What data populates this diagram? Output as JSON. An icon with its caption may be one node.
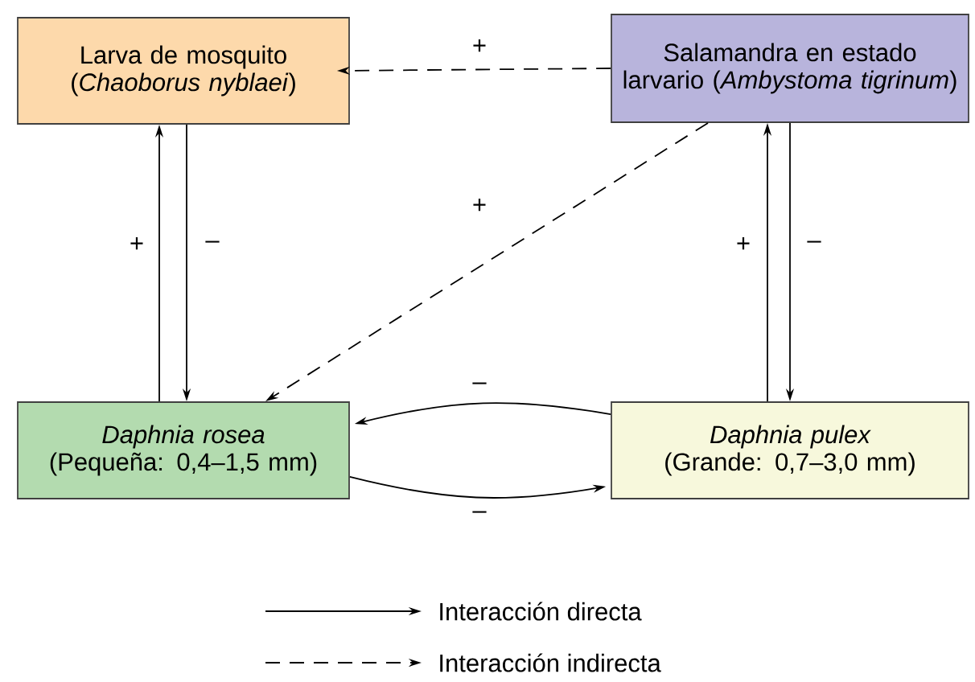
{
  "diagram": {
    "nodes": [
      {
        "text": [
          "Larva de mosquito (*Chaoborus nyblaei*)"
        ]
      },
      {
        "text": [
          "Salamandra en estado larvario (*Ambystoma tigrinum*)"
        ]
      },
      {
        "text": [
          "*Daphnia rosea* (Pequeña: 0,4–1,5 mm)"
        ]
      },
      {
        "text": [
          "*Daphnia pulex* (Grande: 0,7–3,0 mm)"
        ]
      }
    ],
    "edges": [
      {
        "from": 1,
        "to": 0,
        "arrow": "to",
        "label": "+",
        "style": "dashed"
      },
      {
        "from": 1,
        "to": 2,
        "arrow": "to",
        "label": "+",
        "style": "dashed"
      },
      {
        "from": 2,
        "to": 0,
        "arrow": "to",
        "label": "+"
      },
      {
        "from": 0,
        "to": 2,
        "arrow": "to",
        "label": "–"
      },
      {
        "from": 3,
        "to": 1,
        "arrow": "to",
        "label": "+"
      },
      {
        "from": 1,
        "to": 3,
        "arrow": "to",
        "label": "–"
      },
      {
        "from": 3,
        "to": 2,
        "arrow": "to",
        "label": "–"
      },
      {
        "from": 2,
        "to": 3,
        "arrow": "to",
        "label": "–"
      }
    ],
    "legend": [
      {
        "text": "Interacción directa"
      },
      {
        "text": "Interacción indirecta"
      }
    ]
  }
}
